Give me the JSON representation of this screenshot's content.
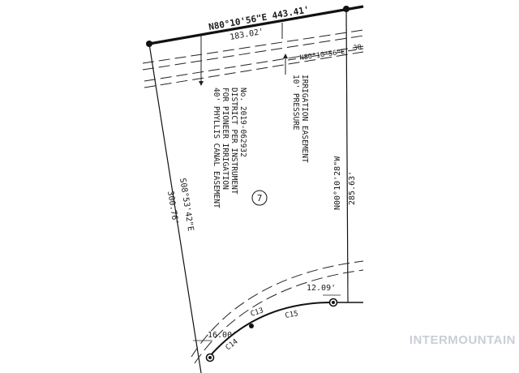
{
  "drawing": {
    "top_bearing": "N80°10'56\"E  443.41'",
    "top_segment": "183.02'",
    "easement_bearing": "N80°10'56\"E",
    "easement_bearing_cut": "38",
    "canal_easement": [
      "40' PHYLLIS CANAL EASEMENT",
      "FOR PIONEER IRRIGATION",
      "DISTRICT PER INSTRUMENT",
      "No. 2019-062932"
    ],
    "pressure_easement": [
      "10' PRESSURE",
      "IRRIGATION EASEMENT"
    ],
    "lot_number": "7",
    "left_bearing": "S08°53'42\"E",
    "left_length": "300.76'",
    "right_bearing": "N00°10'28\"W",
    "right_length": "285.63'",
    "curve_labels": [
      "C13",
      "C14",
      "C15"
    ],
    "bottom_segment": "12.09'",
    "bottom_left_segment": "16.00'"
  },
  "watermark": {
    "text": "INTERMOUNTAIN",
    "color": "#c9ced6"
  },
  "colors": {
    "line": "#1a1a1a",
    "background": "#ffffff"
  }
}
